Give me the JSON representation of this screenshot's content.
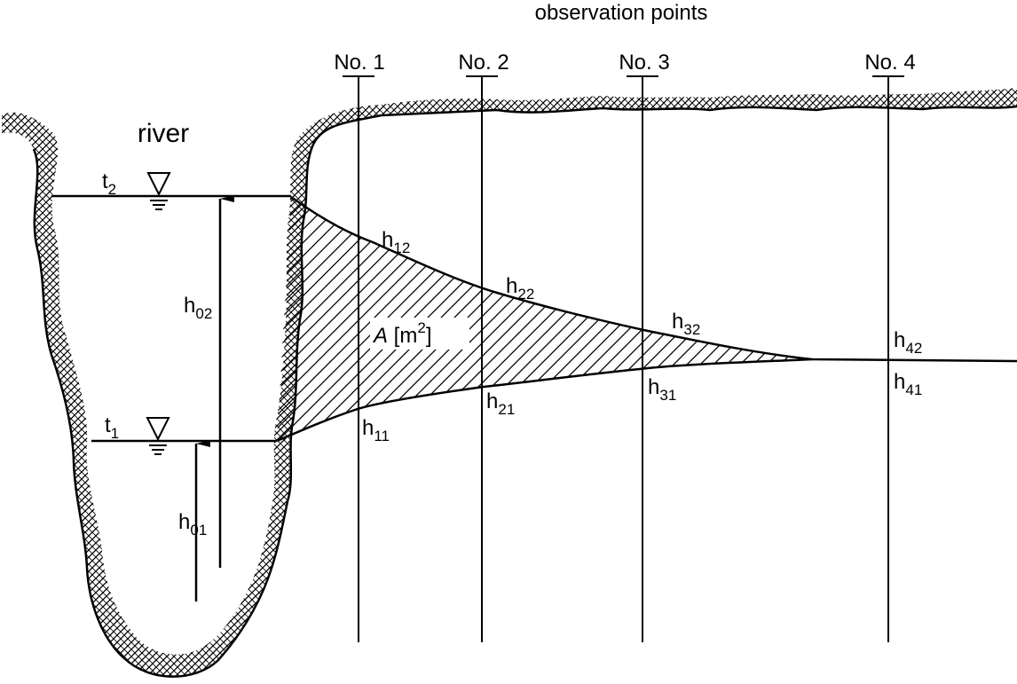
{
  "header": {
    "title": "observation points"
  },
  "river_label": "river",
  "observation_points": [
    {
      "label": "No. 1"
    },
    {
      "label": "No. 2"
    },
    {
      "label": "No. 3"
    },
    {
      "label": "No. 4"
    }
  ],
  "water_levels": {
    "t2": {
      "base": "t",
      "sub": "2"
    },
    "t1": {
      "base": "t",
      "sub": "1"
    }
  },
  "heights": {
    "h02": {
      "base": "h",
      "sub": "02"
    },
    "h01": {
      "base": "h",
      "sub": "01"
    },
    "h11": {
      "base": "h",
      "sub": "11"
    },
    "h12": {
      "base": "h",
      "sub": "12"
    },
    "h21": {
      "base": "h",
      "sub": "21"
    },
    "h22": {
      "base": "h",
      "sub": "22"
    },
    "h31": {
      "base": "h",
      "sub": "31"
    },
    "h32": {
      "base": "h",
      "sub": "32"
    },
    "h41": {
      "base": "h",
      "sub": "41"
    },
    "h42": {
      "base": "h",
      "sub": "42"
    }
  },
  "area_label": {
    "symbol": "A",
    "unit_open": " [m",
    "unit_sup": "2",
    "unit_close": "]"
  }
}
